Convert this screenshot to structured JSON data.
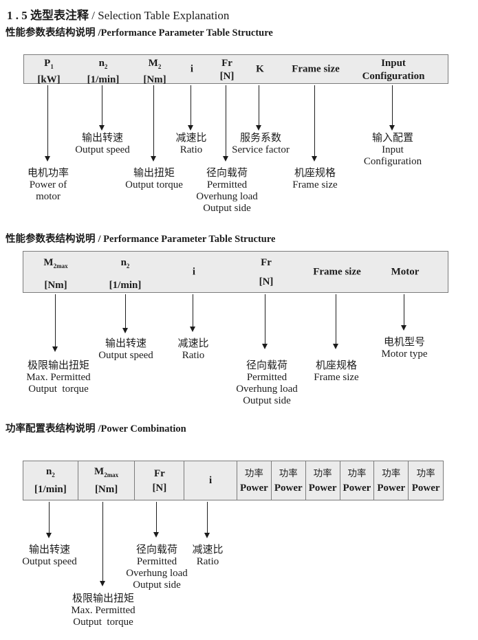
{
  "title": {
    "num": "1 . 5 ",
    "cn": "选型表注释",
    "sep": " / ",
    "en": "Selection Table Explanation"
  },
  "s1": {
    "heading_cn": "性能参数表结构说明",
    "heading_en": "/Performance Parameter Table Structure",
    "table": {
      "c0": {
        "base": "P",
        "sub": "1",
        "unit": "[kW]"
      },
      "c1": {
        "base": "n",
        "sub": "2",
        "unit": "[1/min]"
      },
      "c2": {
        "base": "M",
        "sub": "2",
        "unit": "[Nm]"
      },
      "c3": {
        "label": "i"
      },
      "c4": {
        "base": "Fr",
        "unit": "[N]"
      },
      "c5": {
        "label": "K"
      },
      "c6": {
        "label": "Frame size"
      },
      "c7": {
        "line1": "Input",
        "line2": "Configuration"
      }
    },
    "labels": {
      "power_of_motor": [
        "电机功率",
        "Power of",
        "motor"
      ],
      "output_speed": [
        "输出转速",
        "Output speed"
      ],
      "output_torque": [
        "输出扭矩",
        "Output torque"
      ],
      "ratio": [
        "减速比",
        "Ratio"
      ],
      "overhung": [
        "径向载荷",
        "Permitted",
        "Overhung load",
        "Output side"
      ],
      "service_factor": [
        "服务系数",
        "Service factor"
      ],
      "frame_size": [
        "机座规格",
        "Frame size"
      ],
      "input_config": [
        "输入配置",
        "Input",
        "Configuration"
      ]
    }
  },
  "s2": {
    "heading_cn": "性能参数表结构说明",
    "heading_en": "/ Performance Parameter Table Structure",
    "table": {
      "c0": {
        "base": "M",
        "sub": "2max",
        "unit": "[Nm]"
      },
      "c1": {
        "base": "n",
        "sub": "2",
        "unit": "[1/min]"
      },
      "c2": {
        "label": "i"
      },
      "c3": {
        "base": "Fr",
        "unit": "[N]"
      },
      "c4": {
        "label": "Frame size"
      },
      "c5": {
        "label": "Motor"
      }
    },
    "labels": {
      "max_torque": [
        "极限输出扭矩",
        "Max. Permitted",
        "Output  torque"
      ],
      "output_speed": [
        "输出转速",
        "Output speed"
      ],
      "ratio": [
        "减速比",
        "Ratio"
      ],
      "overhung": [
        "径向载荷",
        "Permitted",
        "Overhung load",
        "Output side"
      ],
      "frame_size": [
        "机座规格",
        "Frame size"
      ],
      "motor_type": [
        "电机型号",
        "Motor type"
      ]
    }
  },
  "s3": {
    "heading_cn": "功率配置表结构说明",
    "heading_en": "/Power Combination",
    "table": {
      "c0": {
        "base": "n",
        "sub": "2",
        "unit": "[1/min]"
      },
      "c1": {
        "base": "M",
        "sub": "2max",
        "unit": "[Nm]"
      },
      "c2": {
        "base": "Fr",
        "unit": "[N]"
      },
      "c3": {
        "label": "i"
      },
      "power_cn": "功率",
      "power_en": "Power"
    },
    "labels": {
      "output_speed": [
        "输出转速",
        "Output speed"
      ],
      "max_torque": [
        "极限输出扭矩",
        "Max. Permitted",
        "Output  torque"
      ],
      "overhung": [
        "径向载荷",
        "Permitted",
        "Overhung load",
        "Output side"
      ],
      "ratio": [
        "减速比",
        "Ratio"
      ]
    }
  }
}
